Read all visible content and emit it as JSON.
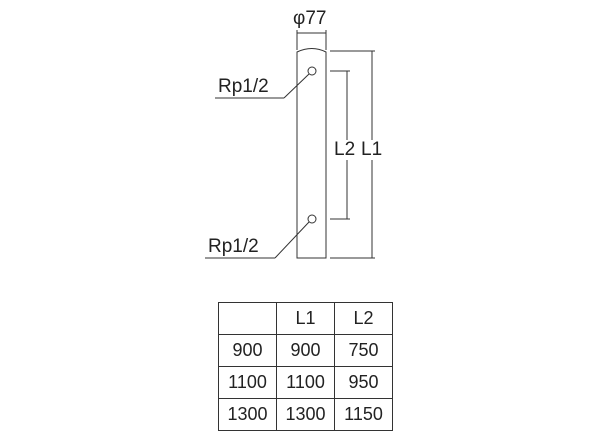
{
  "drawing": {
    "diameter_label": "φ77",
    "port_top_label": "Rp1/2",
    "port_bottom_label": "Rp1/2",
    "l2_label": "L2",
    "l1_label": "L1"
  },
  "table": {
    "headers": [
      "",
      "L1",
      "L2"
    ],
    "rows": [
      [
        "900",
        "900",
        "750"
      ],
      [
        "1100",
        "1100",
        "950"
      ],
      [
        "1300",
        "1300",
        "1150"
      ]
    ]
  }
}
